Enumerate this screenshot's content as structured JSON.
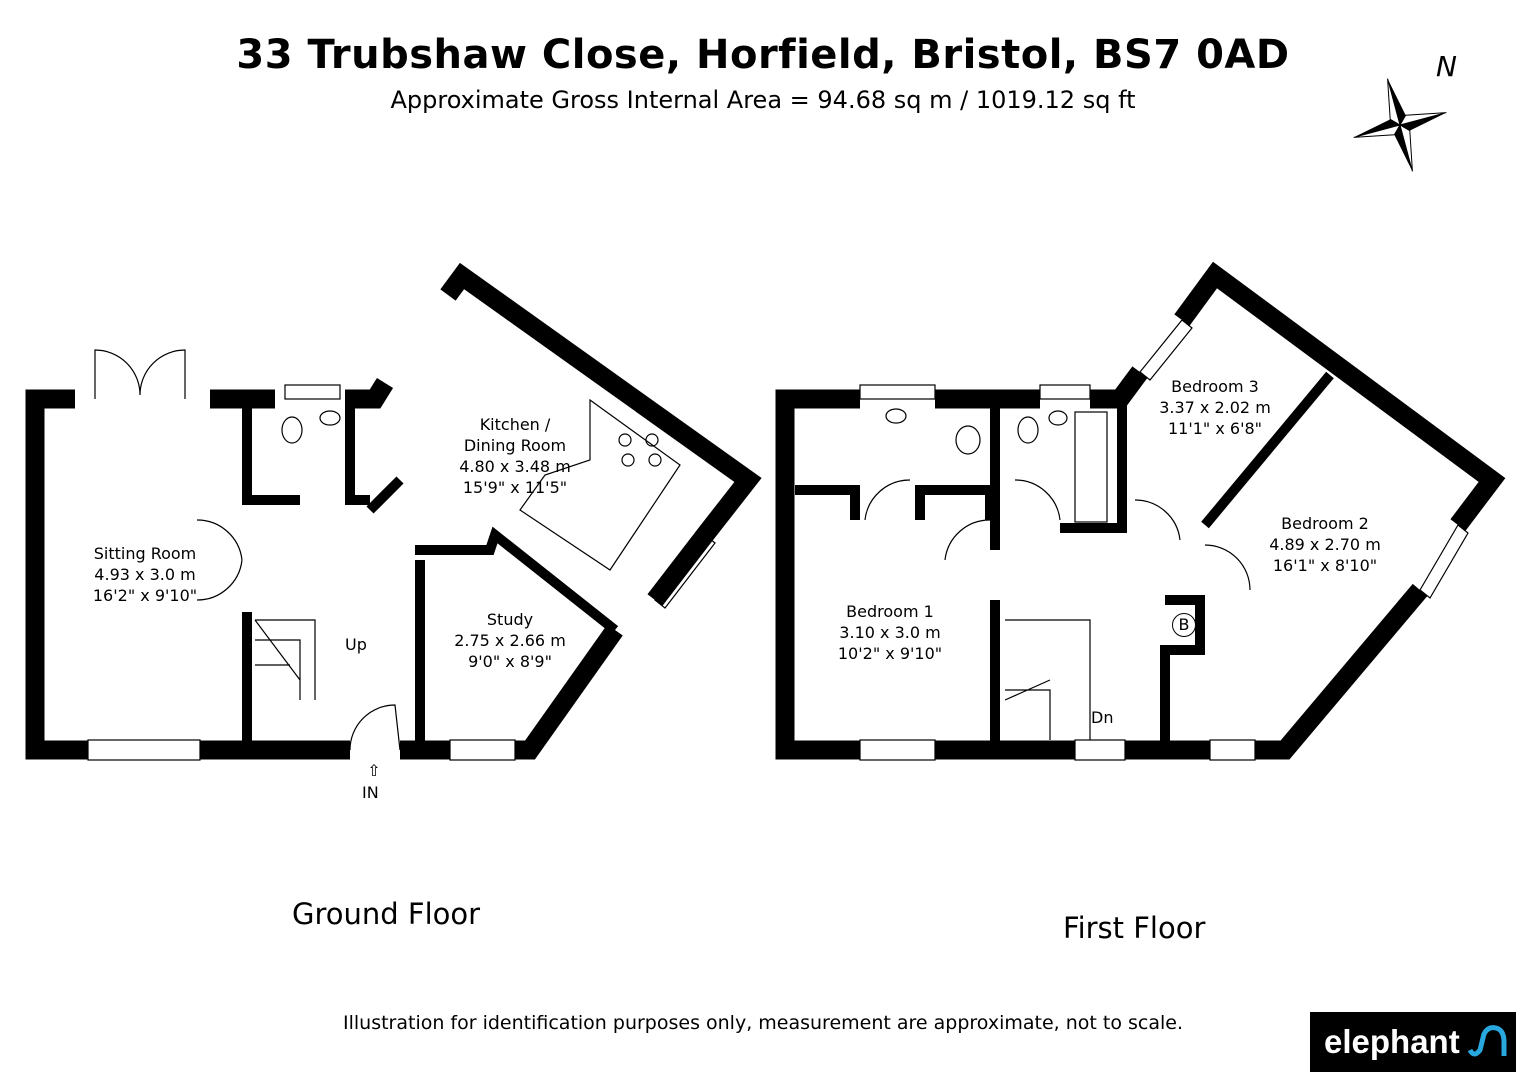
{
  "header": {
    "title": "33 Trubshaw Close, Horfield, Bristol, BS7 0AD",
    "subtitle": "Approximate Gross Internal Area = 94.68 sq m / 1019.12 sq ft"
  },
  "compass": {
    "label": "N"
  },
  "ground_floor": {
    "name": "Ground Floor",
    "rooms": [
      {
        "name": "Sitting Room",
        "metric": "4.93 x 3.0 m",
        "imperial": "16'2\" x 9'10\""
      },
      {
        "name": "Kitchen /",
        "name2": "Dining Room",
        "metric": "4.80 x 3.48 m",
        "imperial": "15'9\" x 11'5\""
      },
      {
        "name": "Study",
        "metric": "2.75 x 2.66 m",
        "imperial": "9'0\" x 8'9\""
      }
    ],
    "stairs_label": "Up",
    "entrance_label": "IN"
  },
  "first_floor": {
    "name": "First Floor",
    "rooms": [
      {
        "name": "Bedroom 1",
        "metric": "3.10 x 3.0 m",
        "imperial": "10'2\" x 9'10\""
      },
      {
        "name": "Bedroom 2",
        "metric": "4.89 x 2.70 m",
        "imperial": "16'1\" x 8'10\""
      },
      {
        "name": "Bedroom 3",
        "metric": "3.37 x 2.02 m",
        "imperial": "11'1\" x 6'8\""
      }
    ],
    "stairs_label": "Dn",
    "boiler_label": "B"
  },
  "footer": {
    "disclaimer": "Illustration for identification purposes only, measurement are approximate, not to scale.",
    "logo": "elephant",
    "logo_color": "#29a8e0"
  }
}
